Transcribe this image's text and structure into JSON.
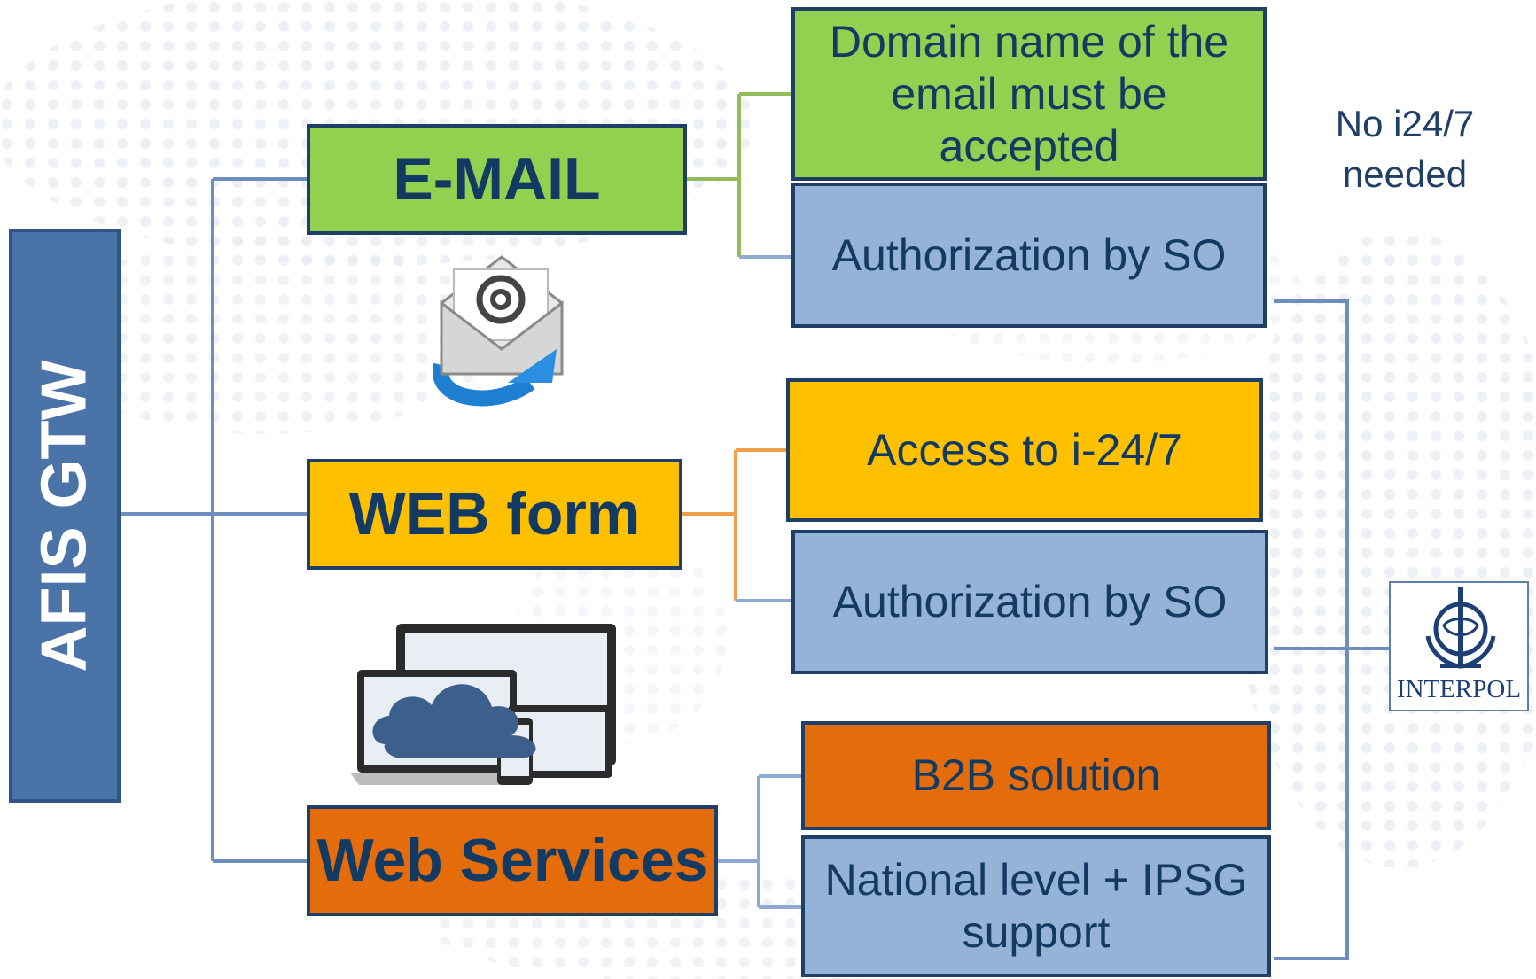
{
  "sidebar": {
    "title": "AFIS GTW"
  },
  "channels": {
    "email": {
      "label": "E-MAIL",
      "requirements": [
        "Domain name of the email must be accepted",
        "Authorization by SO"
      ]
    },
    "web_form": {
      "label": "WEB form",
      "requirements": [
        "Access to i-24/7",
        "Authorization by SO"
      ]
    },
    "web_services": {
      "label": "Web Services",
      "requirements": [
        "B2B solution",
        "National level + IPSG support"
      ]
    }
  },
  "note": {
    "line1": "No i24/7",
    "line2": "needed"
  },
  "target": {
    "label": "INTERPOL"
  },
  "icons": [
    "email-envelope-icon",
    "cloud-devices-icon",
    "interpol-emblem-icon"
  ],
  "colors": {
    "email": "#92d050",
    "authorization": "#95b3d7",
    "web_form": "#ffc000",
    "web_services": "#e46c0a",
    "sidebar": "#4a74a8",
    "text": "#123a63"
  }
}
